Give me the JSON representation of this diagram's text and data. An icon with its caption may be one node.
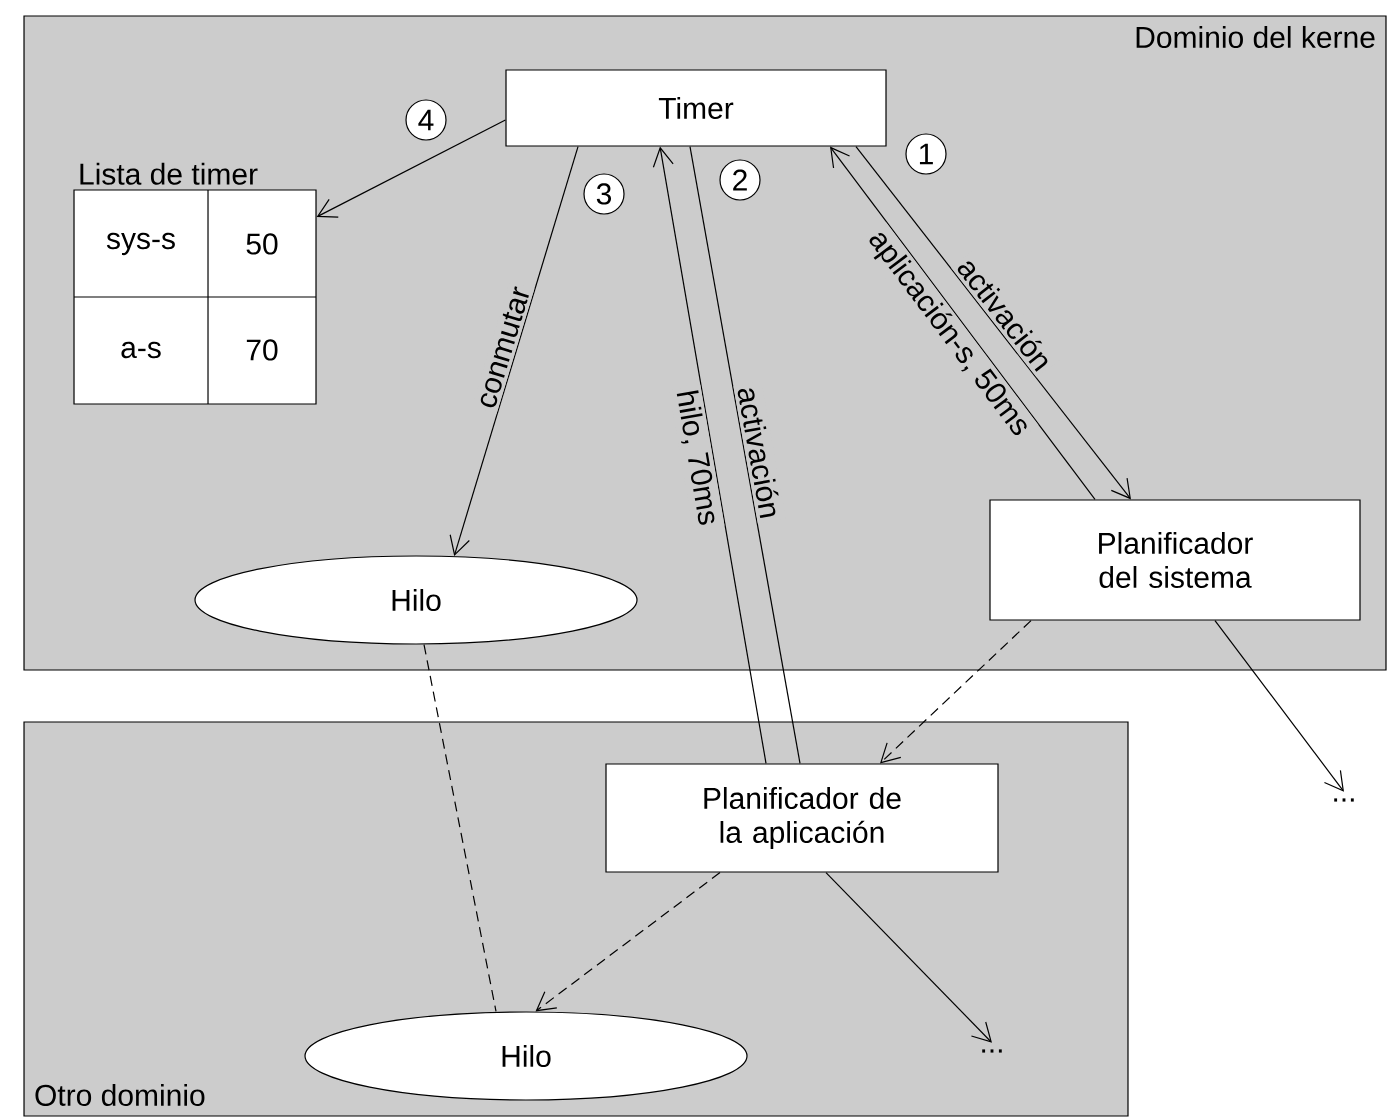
{
  "diagram": {
    "nodes": [
      {
        "text": [
          "Dominio del kerne"
        ]
      },
      {
        "text": [
          "Timer"
        ],
        "in": 0
      },
      {
        "text": [
          "Lista de timer"
        ],
        "in": 0
      },
      {
        "text": [
          "Hilo"
        ],
        "in": 0
      },
      {
        "text": [
          "Planificador del sistema"
        ],
        "in": 0
      },
      {
        "text": [
          "Otro dominio"
        ]
      },
      {
        "text": [
          "Planificador de la aplicación"
        ],
        "in": 5
      },
      {
        "text": [
          "Hilo"
        ],
        "in": 5
      },
      {
        "text": [
          "..."
        ]
      },
      {
        "text": [
          "..."
        ],
        "in": 5
      }
    ],
    "edges": [
      {
        "from": 1,
        "to": 2,
        "arrow": "to"
      },
      {
        "from": 1,
        "to": 3,
        "arrow": "to",
        "label": "conmutar"
      },
      {
        "from": 6,
        "to": 1,
        "arrow": "to",
        "label": "hilo, 70ms"
      },
      {
        "from": 1,
        "to": 6,
        "arrow": "none",
        "label": "activación"
      },
      {
        "from": 4,
        "to": 1,
        "arrow": "to",
        "label": "aplicación-s, 50ms"
      },
      {
        "from": 1,
        "to": 4,
        "arrow": "to",
        "label": "activación"
      },
      {
        "from": 4,
        "to": 6,
        "arrow": "to",
        "style": "dashed"
      },
      {
        "from": 4,
        "to": 8,
        "arrow": "to"
      },
      {
        "from": 6,
        "to": 7,
        "arrow": "to",
        "style": "dashed"
      },
      {
        "from": 6,
        "to": 9,
        "arrow": "to"
      },
      {
        "from": 3,
        "to": 7,
        "arrow": "none",
        "style": "dashed"
      }
    ],
    "labels": [
      "4",
      "1",
      "2",
      "3",
      "sys-s",
      "50",
      "a-s",
      "70"
    ]
  }
}
